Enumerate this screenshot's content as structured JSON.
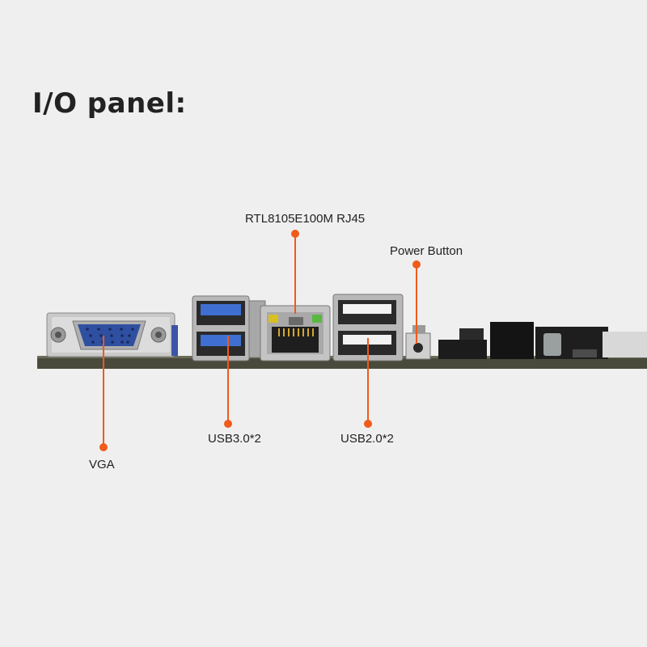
{
  "title": "I/O panel:",
  "accent_color": "#f05a1a",
  "labels": {
    "rj45": "RTL8105E100M RJ45",
    "power": "Power Button",
    "vga": "VGA",
    "usb3": "USB3.0*2",
    "usb2": "USB2.0*2"
  }
}
